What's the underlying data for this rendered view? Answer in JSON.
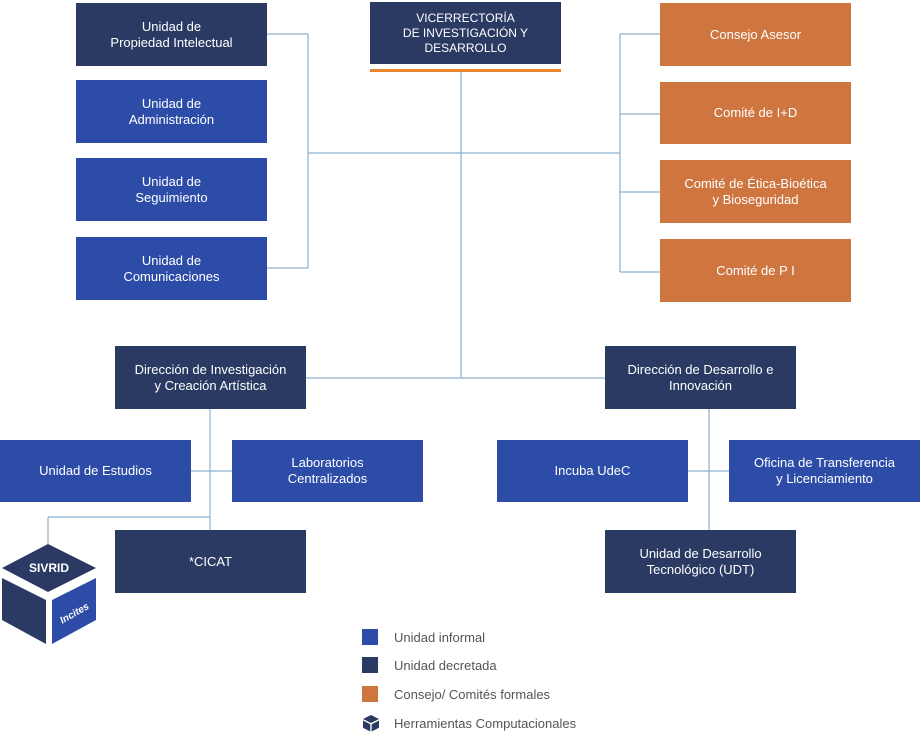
{
  "colors": {
    "decreed": "#2a3a63",
    "informal": "#2d4ca8",
    "committee": "#cf7540",
    "accent_bar": "#e8852e",
    "line": "#8eb1cf"
  },
  "top": {
    "title": "VICERRECTORÍA\nDE INVESTIGACIÓN Y\nDESARROLLO"
  },
  "left_units": [
    {
      "label": "Unidad de\nPropiedad Intelectual"
    },
    {
      "label": "Unidad de\nAdministración"
    },
    {
      "label": "Unidad de\nSeguimiento"
    },
    {
      "label": "Unidad de\nComunicaciones"
    }
  ],
  "right_committees": [
    {
      "label": "Consejo Asesor"
    },
    {
      "label": "Comité de I+D"
    },
    {
      "label": "Comité de Ética-Bioética\ny Bioseguridad"
    },
    {
      "label": "Comité de P I"
    }
  ],
  "directions": {
    "research": {
      "label": "Dirección de Investigación\ny Creación Artística"
    },
    "development": {
      "label": "Dirección de Desarrollo e\nInnovación"
    }
  },
  "research_units": {
    "estudios": "Unidad de Estudios",
    "laboratorios": "Laboratorios\nCentralizados",
    "cicat": "*CICAT"
  },
  "development_units": {
    "incuba": "Incuba UdeC",
    "otl": "Oficina de Transferencia\ny Licenciamiento",
    "udt": "Unidad de Desarrollo\nTecnológico (UDT)"
  },
  "tools": {
    "top_label": "SIVRID",
    "side_label": "Incites"
  },
  "legend": [
    {
      "label": "Unidad informal",
      "icon": "blue-square"
    },
    {
      "label": "Unidad decretada",
      "icon": "navy-square"
    },
    {
      "label": "Consejo/ Comités formales",
      "icon": "orange-square"
    },
    {
      "label": "Herramientas Computacionales",
      "icon": "cube-icon"
    }
  ]
}
